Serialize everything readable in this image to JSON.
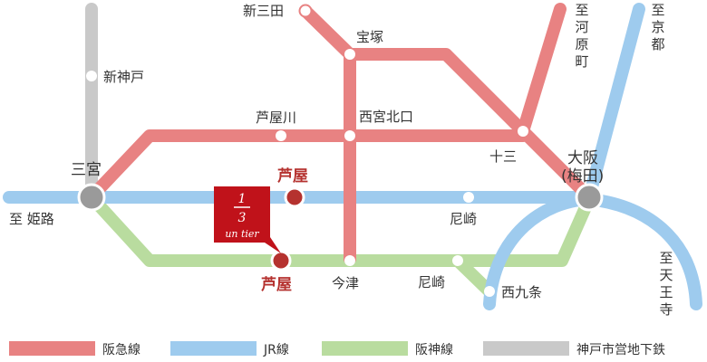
{
  "colors": {
    "hankyu": "#e88282",
    "jr": "#9ecbee",
    "hanshin": "#b9dc9f",
    "subway": "#c9c9c9",
    "accent": "#b5322f",
    "hub": "#9a9a9a"
  },
  "stations": {
    "shin_sanda": "新三田",
    "takarazuka": "宝塚",
    "shin_kobe": "新神戸",
    "ashiyagawa": "芦屋川",
    "nishinomiya_kitaguchi": "西宮北口",
    "juso": "十三",
    "sannomiya": "三宮",
    "osaka_line1": "大阪",
    "osaka_line2": "(梅田)",
    "ashiya_jr": "芦屋",
    "ashiya_hanshin": "芦屋",
    "amagasaki_jr": "尼崎",
    "amagasaki_hanshin": "尼崎",
    "imazu": "今津",
    "nishikujo": "西九条"
  },
  "directions": {
    "kawaramachi": [
      "至",
      "河",
      "原",
      "町"
    ],
    "kyoto": [
      "至",
      "京",
      "都"
    ],
    "tennoji": [
      "至",
      "天",
      "王",
      "寺"
    ],
    "himeji": "至 姫路"
  },
  "badge": {
    "numerator": "1",
    "denominator": "3",
    "tagline": "un tier"
  },
  "legend": [
    {
      "label": "阪急線",
      "color": "#e88282"
    },
    {
      "label": "JR線",
      "color": "#9ecbee"
    },
    {
      "label": "阪神線",
      "color": "#b9dc9f"
    },
    {
      "label": "神戸市営地下鉄",
      "color": "#c9c9c9"
    }
  ]
}
